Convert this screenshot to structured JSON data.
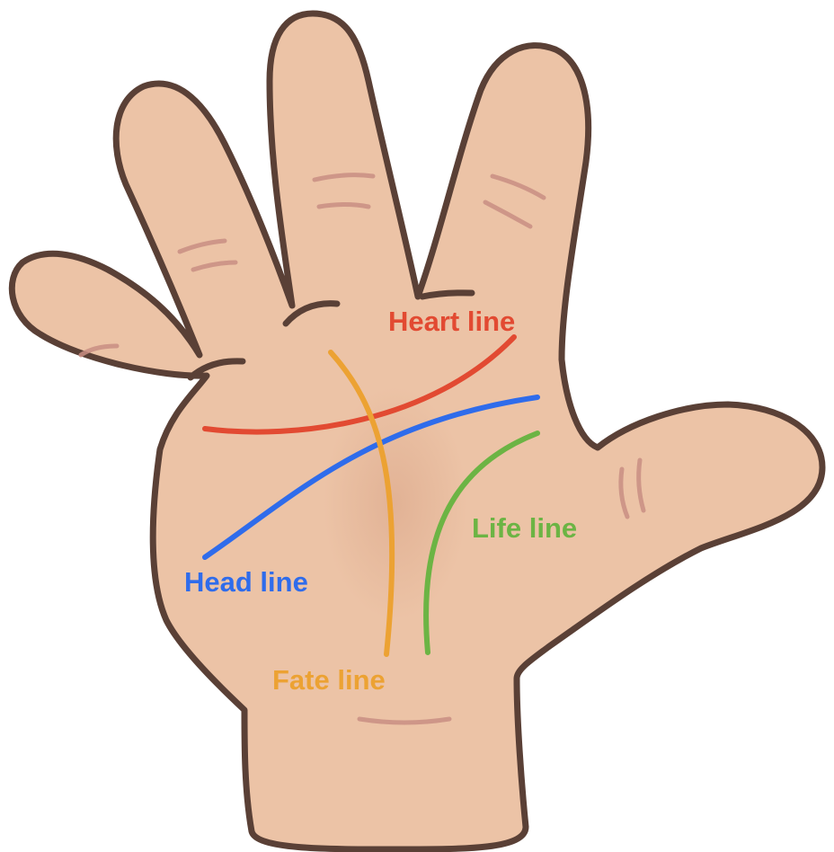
{
  "labels": {
    "heart": "Heart line",
    "head": "Head line",
    "life": "Life line",
    "fate": "Fate line"
  },
  "colors": {
    "skin": "#ECC3A6",
    "outline": "#5A4036",
    "crease": "#C98E82",
    "heart": "#E24A32",
    "head": "#2F6CEB",
    "life": "#6CB444",
    "fate": "#ECA233"
  }
}
